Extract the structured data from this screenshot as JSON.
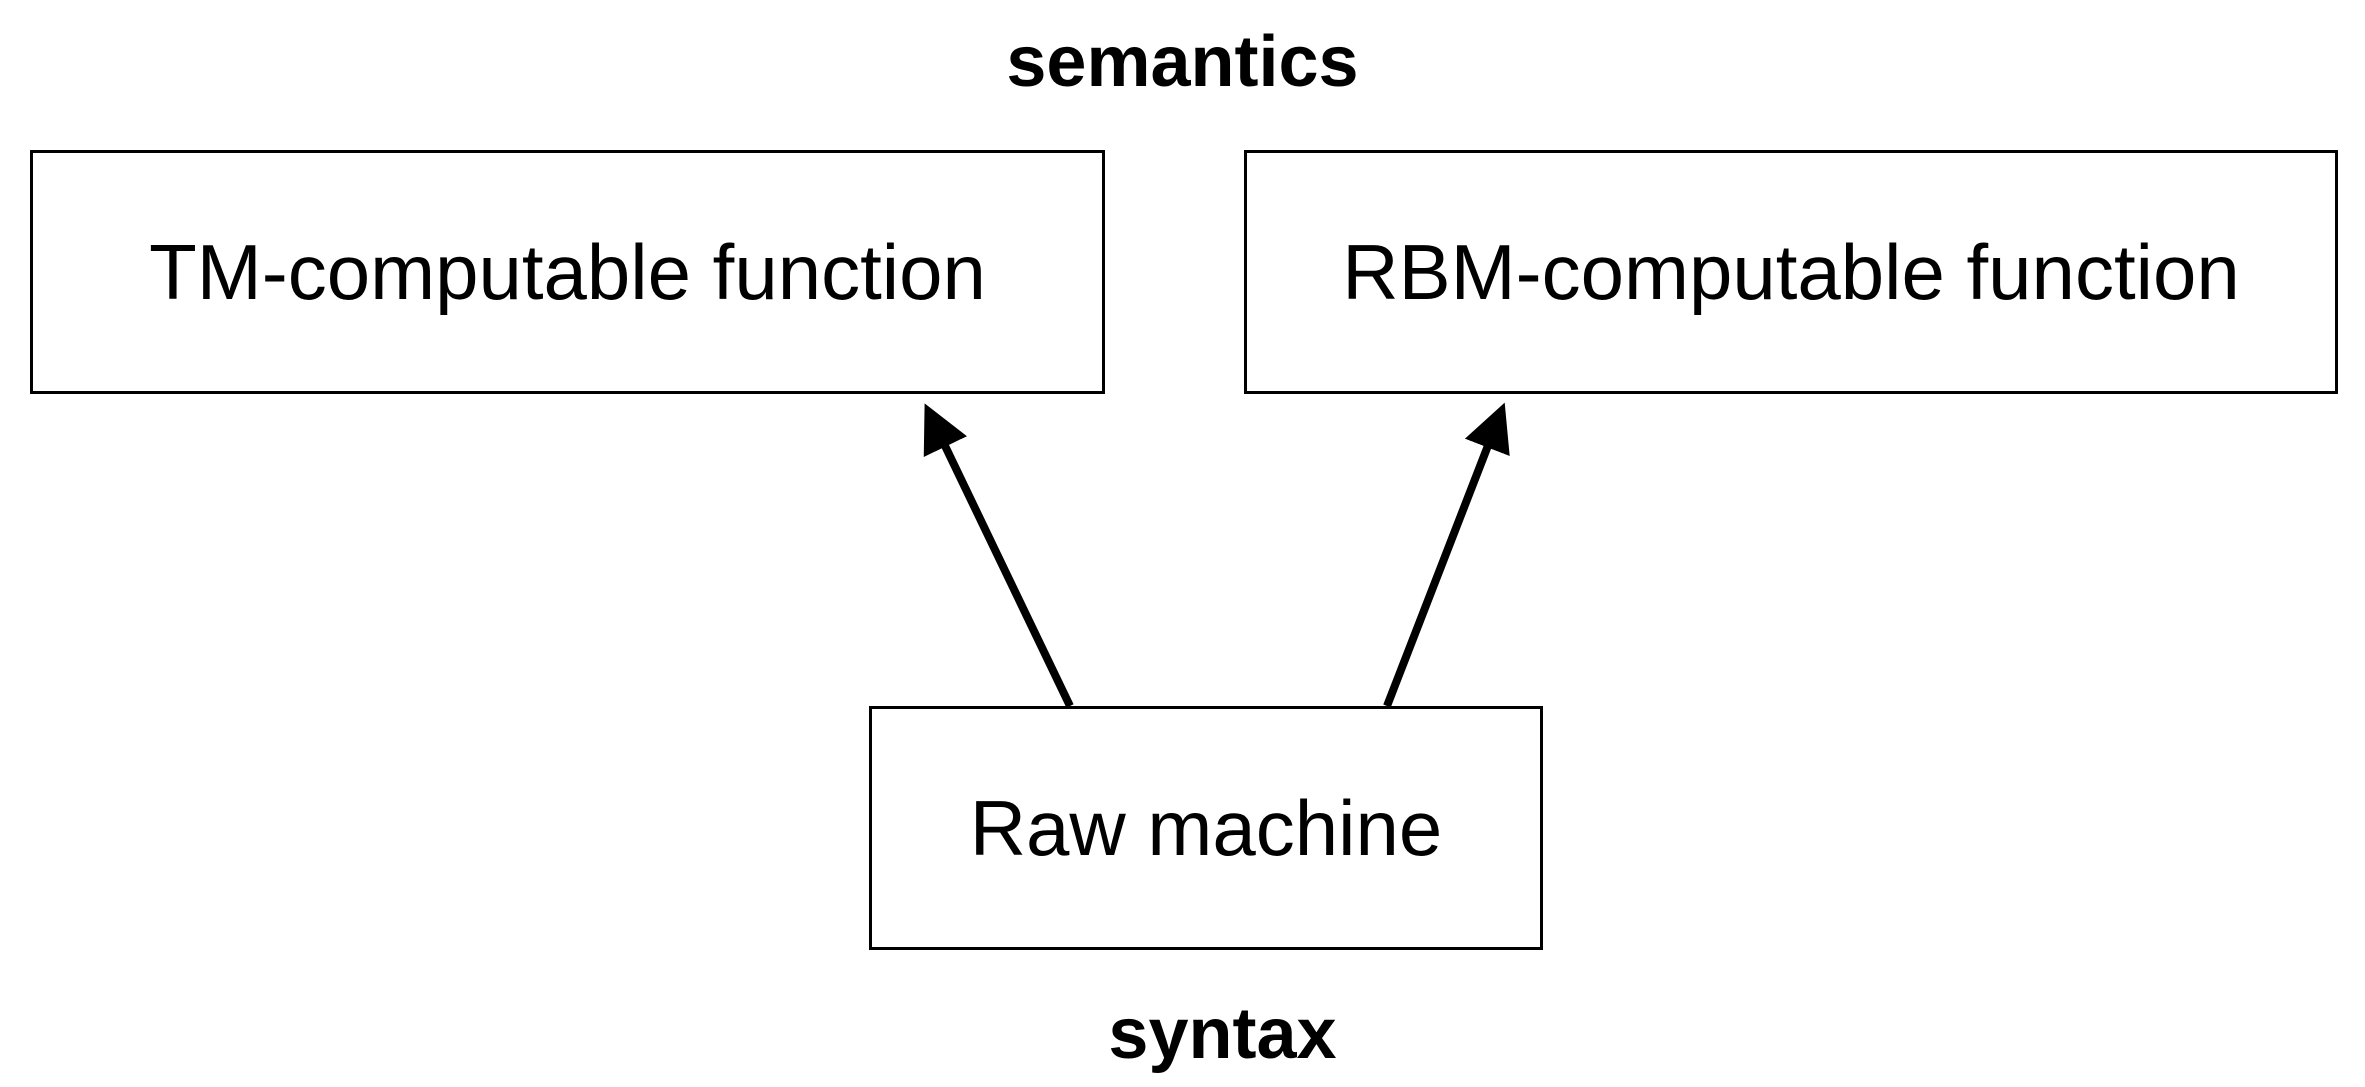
{
  "labels": {
    "top": "semantics",
    "bottom": "syntax"
  },
  "nodes": {
    "tm": "TM-computable function",
    "rbm": "RBM-computable function",
    "raw": "Raw machine"
  },
  "edges": [
    {
      "from": "Raw machine",
      "to": "TM-computable function"
    },
    {
      "from": "Raw machine",
      "to": "RBM-computable function"
    }
  ],
  "colors": {
    "stroke": "#000000",
    "background": "#ffffff"
  }
}
